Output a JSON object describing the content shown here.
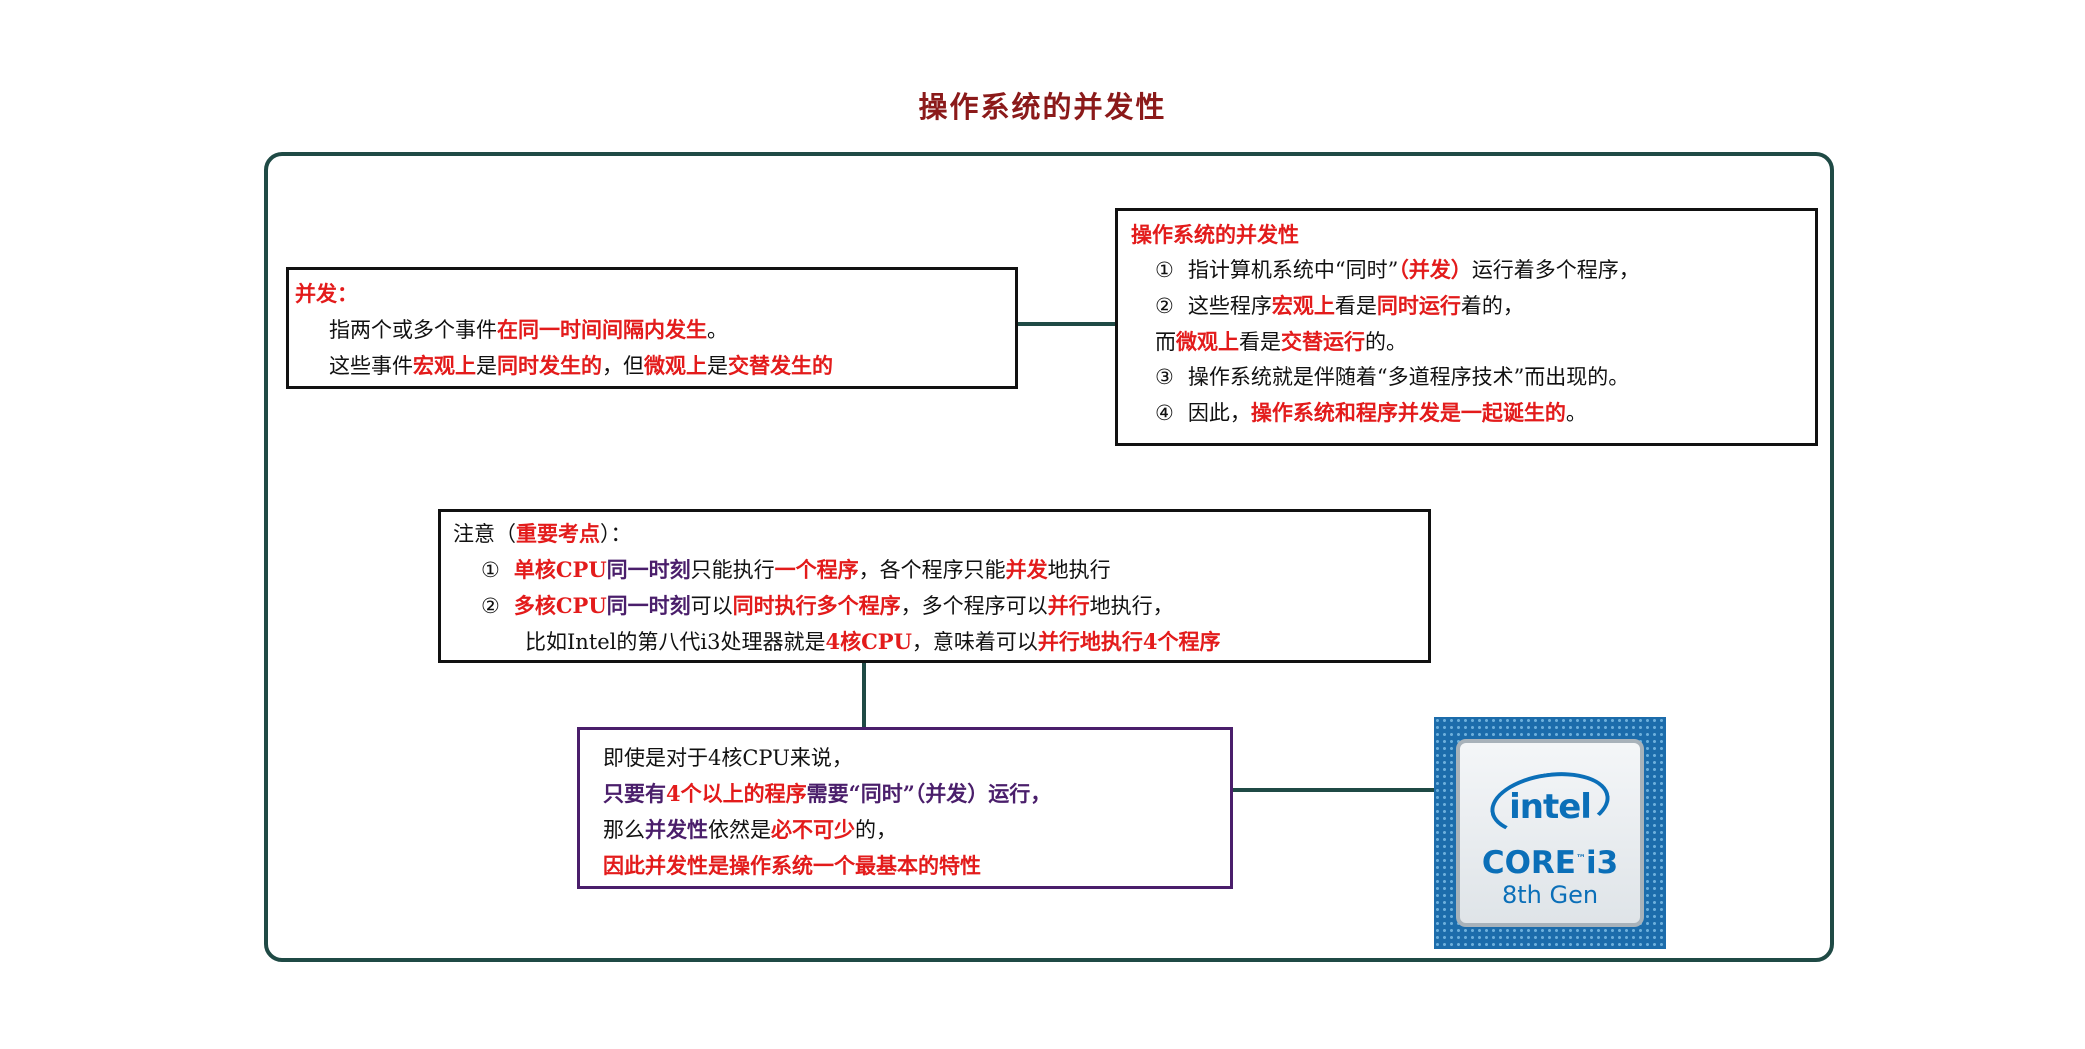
{
  "title": "操作系统的并发性",
  "box1": {
    "heading": "并发：",
    "line1": {
      "p1": "指两个或多个事件",
      "p2": "在同一时间间隔内发生",
      "p3": "。"
    },
    "line2": {
      "p1": "这些事件",
      "p2": "宏观上",
      "p3": "是",
      "p4": "同时发生的",
      "p5": "，但",
      "p6": "微观上",
      "p7": "是",
      "p8": "交替发生的"
    }
  },
  "box2": {
    "heading": "操作系统的并发性",
    "item1": {
      "num": "①",
      "p1": "指计算机系统中“同时”",
      "p2": "（并发）",
      "p3": "运行着多个程序，"
    },
    "item2": {
      "num": "②",
      "p1": "这些程序",
      "p2": "宏观上",
      "p3": "看是",
      "p4": "同时运行",
      "p5": "着的，"
    },
    "item2b": {
      "p1": "而",
      "p2": "微观上",
      "p3": "看是",
      "p4": "交替运行",
      "p5": "的。"
    },
    "item3": {
      "num": "③",
      "p1": "操作系统就是伴随着“多道程序技术”而出现的。"
    },
    "item4": {
      "num": "④",
      "p1": "因此，",
      "p2": "操作系统和程序并发是一起诞生的",
      "p3": "。"
    }
  },
  "box3": {
    "heading": {
      "p1": "注意（",
      "p2": "重要考点",
      "p3": "）："
    },
    "item1": {
      "num": "①",
      "p1": "单核CPU",
      "p2": "同一时刻",
      "p3": "只能执行",
      "p4": "一个程序",
      "p5": "，各个程序只能",
      "p6": "并发",
      "p7": "地执行"
    },
    "item2": {
      "num": "②",
      "p1": "多核CPU",
      "p2": "同一时刻",
      "p3": "可以",
      "p4": "同时执行多个程序",
      "p5": "，多个程序可以",
      "p6": "并行",
      "p7": "地执行，"
    },
    "item2b": {
      "p1": "比如Intel的第八代i3处理器就是",
      "p2": "4核CPU",
      "p3": "，意味着可以",
      "p4": "并行地执行4个程序"
    }
  },
  "box4": {
    "line1": "即使是对于4核CPU来说，",
    "line2": {
      "p1": "只要有",
      "p2": "4个以上的程序",
      "p3": "需要“同时”（并发）运行，"
    },
    "line3": {
      "p1": "那么",
      "p2": "并发性",
      "p3": "依然是",
      "p4": "必不可少",
      "p5": "的，"
    },
    "line4": "因此并发性是操作系统一个最基本的特性"
  },
  "chip": {
    "brand": "intel",
    "line1": "CORE",
    "tm": "™",
    "line1b": "i3",
    "line2": "8th Gen"
  },
  "colors": {
    "title": "#8b1a1a",
    "frame": "#1f4a45",
    "red": "#e31b1b",
    "purple": "#4a1e6b",
    "chip_blue": "#1c6cab",
    "box4_border": "#4a1e6b"
  }
}
